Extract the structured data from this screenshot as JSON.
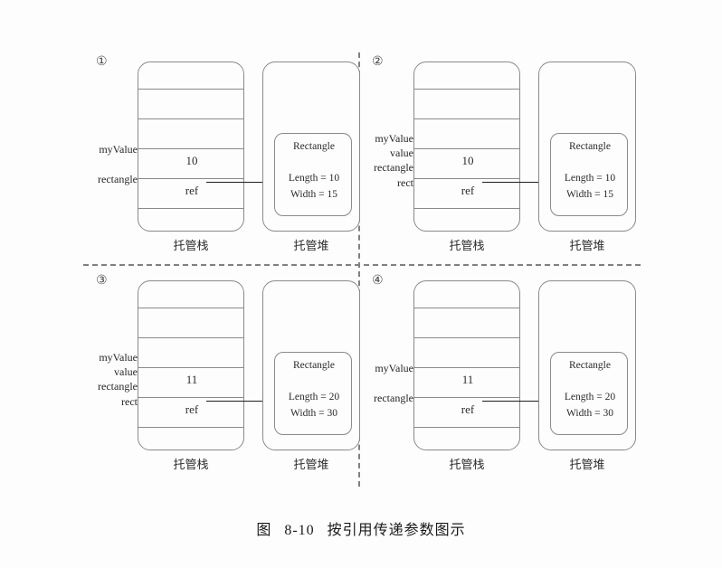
{
  "figure": {
    "caption_label": "图",
    "caption_number": "8-10",
    "caption_title": "按引用传递参数图示"
  },
  "labels": {
    "stack_caption": "托管栈",
    "heap_caption": "托管堆",
    "rectangle_title": "Rectangle",
    "myvalue": "myValue",
    "value": "value",
    "rectangle": "rectangle",
    "rect": "rect"
  },
  "panels": [
    {
      "number": "①",
      "stack_labels": [
        "myValue",
        "rectangle"
      ],
      "stack_value": "10",
      "stack_ref": "ref",
      "heap": {
        "title": "Rectangle",
        "length": "Length = 10",
        "width": "Width = 15"
      },
      "stack_caption": "托管栈",
      "heap_caption": "托管堆"
    },
    {
      "number": "②",
      "stack_labels": [
        "myValue",
        "value",
        "rectangle",
        "rect"
      ],
      "stack_value": "10",
      "stack_ref": "ref",
      "heap": {
        "title": "Rectangle",
        "length": "Length = 10",
        "width": "Width = 15"
      },
      "stack_caption": "托管栈",
      "heap_caption": "托管堆"
    },
    {
      "number": "③",
      "stack_labels": [
        "myValue",
        "value",
        "rectangle",
        "rect"
      ],
      "stack_value": "11",
      "stack_ref": "ref",
      "heap": {
        "title": "Rectangle",
        "length": "Length = 20",
        "width": "Width = 30"
      },
      "stack_caption": "托管栈",
      "heap_caption": "托管堆"
    },
    {
      "number": "④",
      "stack_labels": [
        "myValue",
        "rectangle"
      ],
      "stack_value": "11",
      "stack_ref": "ref",
      "heap": {
        "title": "Rectangle",
        "length": "Length = 20",
        "width": "Width = 30"
      },
      "stack_caption": "托管栈",
      "heap_caption": "托管堆"
    }
  ],
  "colors": {
    "background": "#fdfdfd",
    "box_stroke": "#8a8a8a",
    "arrow": "#1f1f1f",
    "text": "#2b2b2b",
    "separator": "#808080"
  }
}
